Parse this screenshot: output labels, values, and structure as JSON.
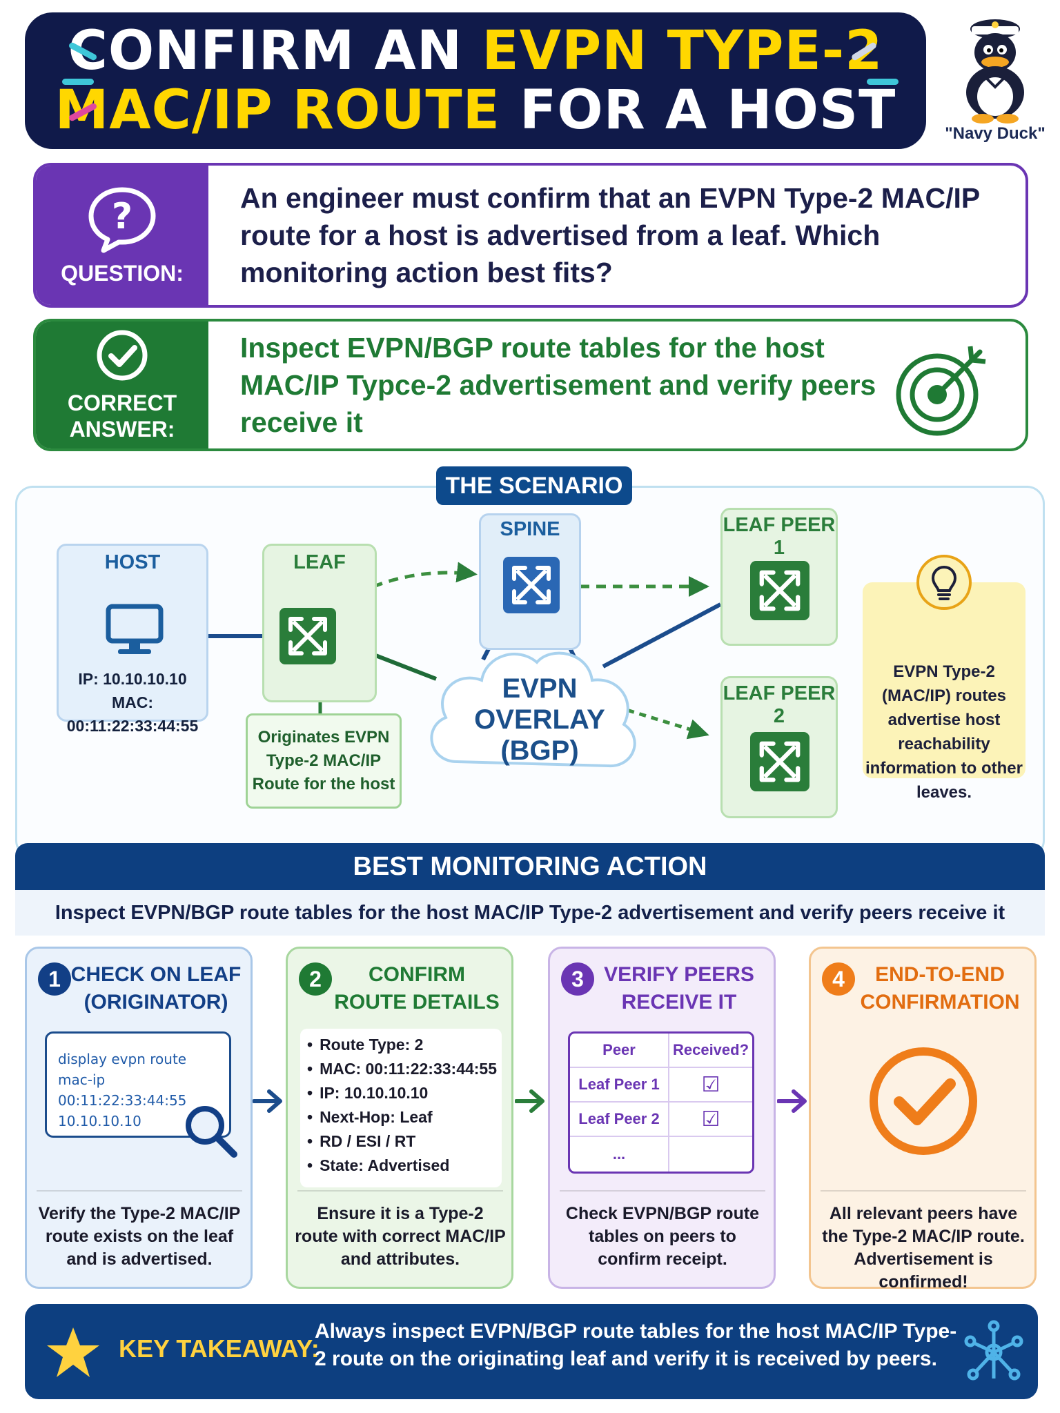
{
  "title": {
    "line1_white": "CONFIRM AN ",
    "line1_yellow": "EVPN TYPE-2",
    "line2_yellow": "MAC/IP ROUTE",
    "line2_white": " FOR A HOST"
  },
  "mascot": {
    "caption": "\"Navy Duck\""
  },
  "question": {
    "label": "QUESTION:",
    "text": "An engineer must confirm that an EVPN Type-2 MAC/IP route for a host is advertised from a leaf. Which monitoring action best fits?"
  },
  "answer": {
    "label": "CORRECT\nANSWER:",
    "text": "Inspect EVPN/BGP route tables for the host MAC/IP Typce-2 advertisement and verify peers receive it"
  },
  "scenario": {
    "tag": "THE SCENARIO",
    "host": {
      "label": "HOST",
      "ip": "IP: 10.10.10.10",
      "mac": "MAC: 00:11:22:33:44:55"
    },
    "leaf": {
      "label": "LEAF",
      "note": "Originates EVPN Type-2 MAC/IP Route for the host"
    },
    "spine": {
      "label": "SPINE"
    },
    "peer1": {
      "label": "LEAF PEER 1"
    },
    "peer2": {
      "label": "LEAF PEER 2"
    },
    "cloud": {
      "line1": "EVPN",
      "line2": "OVERLAY",
      "line3": "(BGP)"
    },
    "info": "EVPN Type-2 (MAC/IP) routes advertise host reachability information to other leaves."
  },
  "action": {
    "header": "BEST MONITORING ACTION",
    "subtitle": "Inspect EVPN/BGP route tables for the host MAC/IP Type-2 advertisement and verify peers receive it",
    "steps": [
      {
        "num": "1",
        "title": "CHECK ON LEAF (ORIGINATOR)",
        "command": [
          "display evpn route",
          "mac-ip 00:11:22:33:44:55",
          "10.10.10.10"
        ],
        "desc": "Verify the Type-2 MAC/IP route exists on the leaf and is advertised."
      },
      {
        "num": "2",
        "title": "CONFIRM ROUTE DETAILS",
        "details": [
          "Route Type: 2",
          "MAC: 00:11:22:33:44:55",
          "IP: 10.10.10.10",
          "Next-Hop: Leaf",
          "RD / ESI / RT",
          "State: Advertised"
        ],
        "desc": "Ensure it is a Type-2 route with correct MAC/IP and attributes."
      },
      {
        "num": "3",
        "title": "VERIFY PEERS RECEIVE IT",
        "table": {
          "headers": [
            "Peer",
            "Received?"
          ],
          "rows": [
            [
              "Leaf Peer 1",
              "☑"
            ],
            [
              "Leaf Peer 2",
              "☑"
            ],
            [
              "...",
              ""
            ]
          ]
        },
        "desc": "Check EVPN/BGP route tables on peers to confirm receipt."
      },
      {
        "num": "4",
        "title": "END-TO-END CONFIRMATION",
        "desc": "All relevant peers have the Type-2 MAC/IP route. Advertisement is confirmed!"
      }
    ]
  },
  "takeaway": {
    "label": "KEY TAKEAWAY:",
    "text": "Always inspect EVPN/BGP route tables for the host MAC/IP Type-2 route on the originating leaf and verify it is received by peers."
  },
  "colors": {
    "navy": "#101a4a",
    "yellow": "#ffd700",
    "purple": "#6a35b3",
    "green": "#1f7a34",
    "blue": "#0d3f80",
    "orange": "#ef7d1a"
  },
  "icons": {
    "question": "question-bubble-icon",
    "answer": "checkmark-circle-icon",
    "target": "target-arrow-icon",
    "host": "monitor-icon",
    "switch": "switch-arrows-icon",
    "info": "lightbulb-icon",
    "search": "magnifier-icon",
    "confirm": "big-check-icon",
    "star": "star-icon",
    "network": "network-nodes-icon"
  }
}
